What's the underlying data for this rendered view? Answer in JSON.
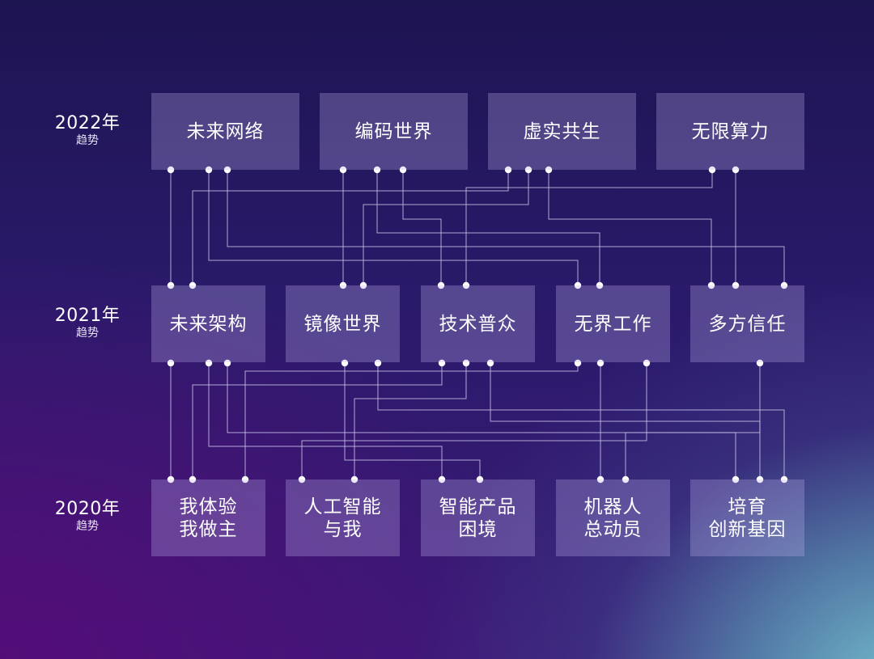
{
  "rows": [
    {
      "year": "2022年",
      "sub": "趋势",
      "boxes": [
        {
          "id": "future-network",
          "label": "未来网络"
        },
        {
          "id": "coded-world",
          "label": "编码世界"
        },
        {
          "id": "virtual-real",
          "label": "虚实共生"
        },
        {
          "id": "unlimited-compute",
          "label": "无限算力"
        }
      ]
    },
    {
      "year": "2021年",
      "sub": "趋势",
      "boxes": [
        {
          "id": "future-architecture",
          "label": "未来架构"
        },
        {
          "id": "mirror-world",
          "label": "镜像世界"
        },
        {
          "id": "tech-for-all",
          "label": "技术普众"
        },
        {
          "id": "borderless-work",
          "label": "无界工作"
        },
        {
          "id": "multiparty-trust",
          "label": "多方信任"
        }
      ]
    },
    {
      "year": "2020年",
      "sub": "趋势",
      "boxes": [
        {
          "id": "experience-is-mine",
          "label": "我体验\n我做主"
        },
        {
          "id": "ai-and-me",
          "label": "人工智能\n与我"
        },
        {
          "id": "smart-product-dilemma",
          "label": "智能产品\n困境"
        },
        {
          "id": "robots-mobilize",
          "label": "机器人\n总动员"
        },
        {
          "id": "innovation-gene",
          "label": "培育\n创新基因"
        }
      ]
    }
  ],
  "colors": {
    "box_fill": "rgba(190,175,235,0.30)",
    "line": "#c9c2e6",
    "dot": "#ffffff"
  }
}
